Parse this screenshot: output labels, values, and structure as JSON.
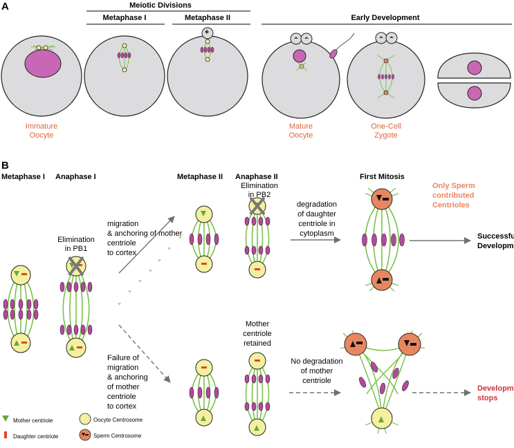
{
  "panel_a": {
    "label": "A",
    "header_meiotic": "Meiotic Divisions",
    "header_metaphase1": "Metaphase I",
    "header_metaphase2": "Metaphase II",
    "header_early": "Early Development",
    "caption_immature_1": "Immature",
    "caption_immature_2": "Oocyte",
    "caption_mature_1": "Mature",
    "caption_mature_2": "Oocyte",
    "caption_zygote_1": "One-Cell",
    "caption_zygote_2": "Zygote"
  },
  "panel_b": {
    "label": "B",
    "col_metaphase1": "Metaphase I",
    "col_anaphase1": "Anaphase I",
    "col_metaphase2": "Metaphase II",
    "col_anaphase2": "Anaphase II",
    "col_first_mitosis": "First Mitosis",
    "elim_pb1_1": "Elimination",
    "elim_pb1_2": "in PB1",
    "elim_pb2_1": "Elimination",
    "elim_pb2_2": "in PB2",
    "migration": [
      "migration",
      "& anchoring of mother",
      "centriole",
      "to cortex"
    ],
    "failure": [
      "Failure of",
      "migration",
      "& anchoring",
      "of mother",
      "centriole",
      "to cortex"
    ],
    "degradation": [
      "degradation",
      "of daughter",
      "centriole in",
      "cytoplasm"
    ],
    "no_degradation": [
      "No degradation",
      "of mother",
      "centriole"
    ],
    "mother_retained": [
      "Mother",
      "centriole",
      "retained"
    ],
    "only_sperm": [
      "Only Sperm",
      "contributed",
      "Centrioles"
    ],
    "success": [
      "Successfull",
      "Development"
    ],
    "stops": [
      "Development",
      "stops"
    ]
  },
  "legend": {
    "mother": "Mother centriole",
    "daughter": "Daughter centriole",
    "oocyte_centrosome": "Oocyte Centrosome",
    "sperm_centrosome": "Sperm Centrosome"
  },
  "colors": {
    "cell": "#dcdcde",
    "nucleus": "#c867b4",
    "chromosome": "#b5489e",
    "spindle": "#7cc04a",
    "oocyte_centrosome": "#f3f0a0",
    "sperm_centrosome": "#e8875f",
    "caption_orange": "#d9663a",
    "stop_red": "#d0323a",
    "arrow": "#707070"
  }
}
